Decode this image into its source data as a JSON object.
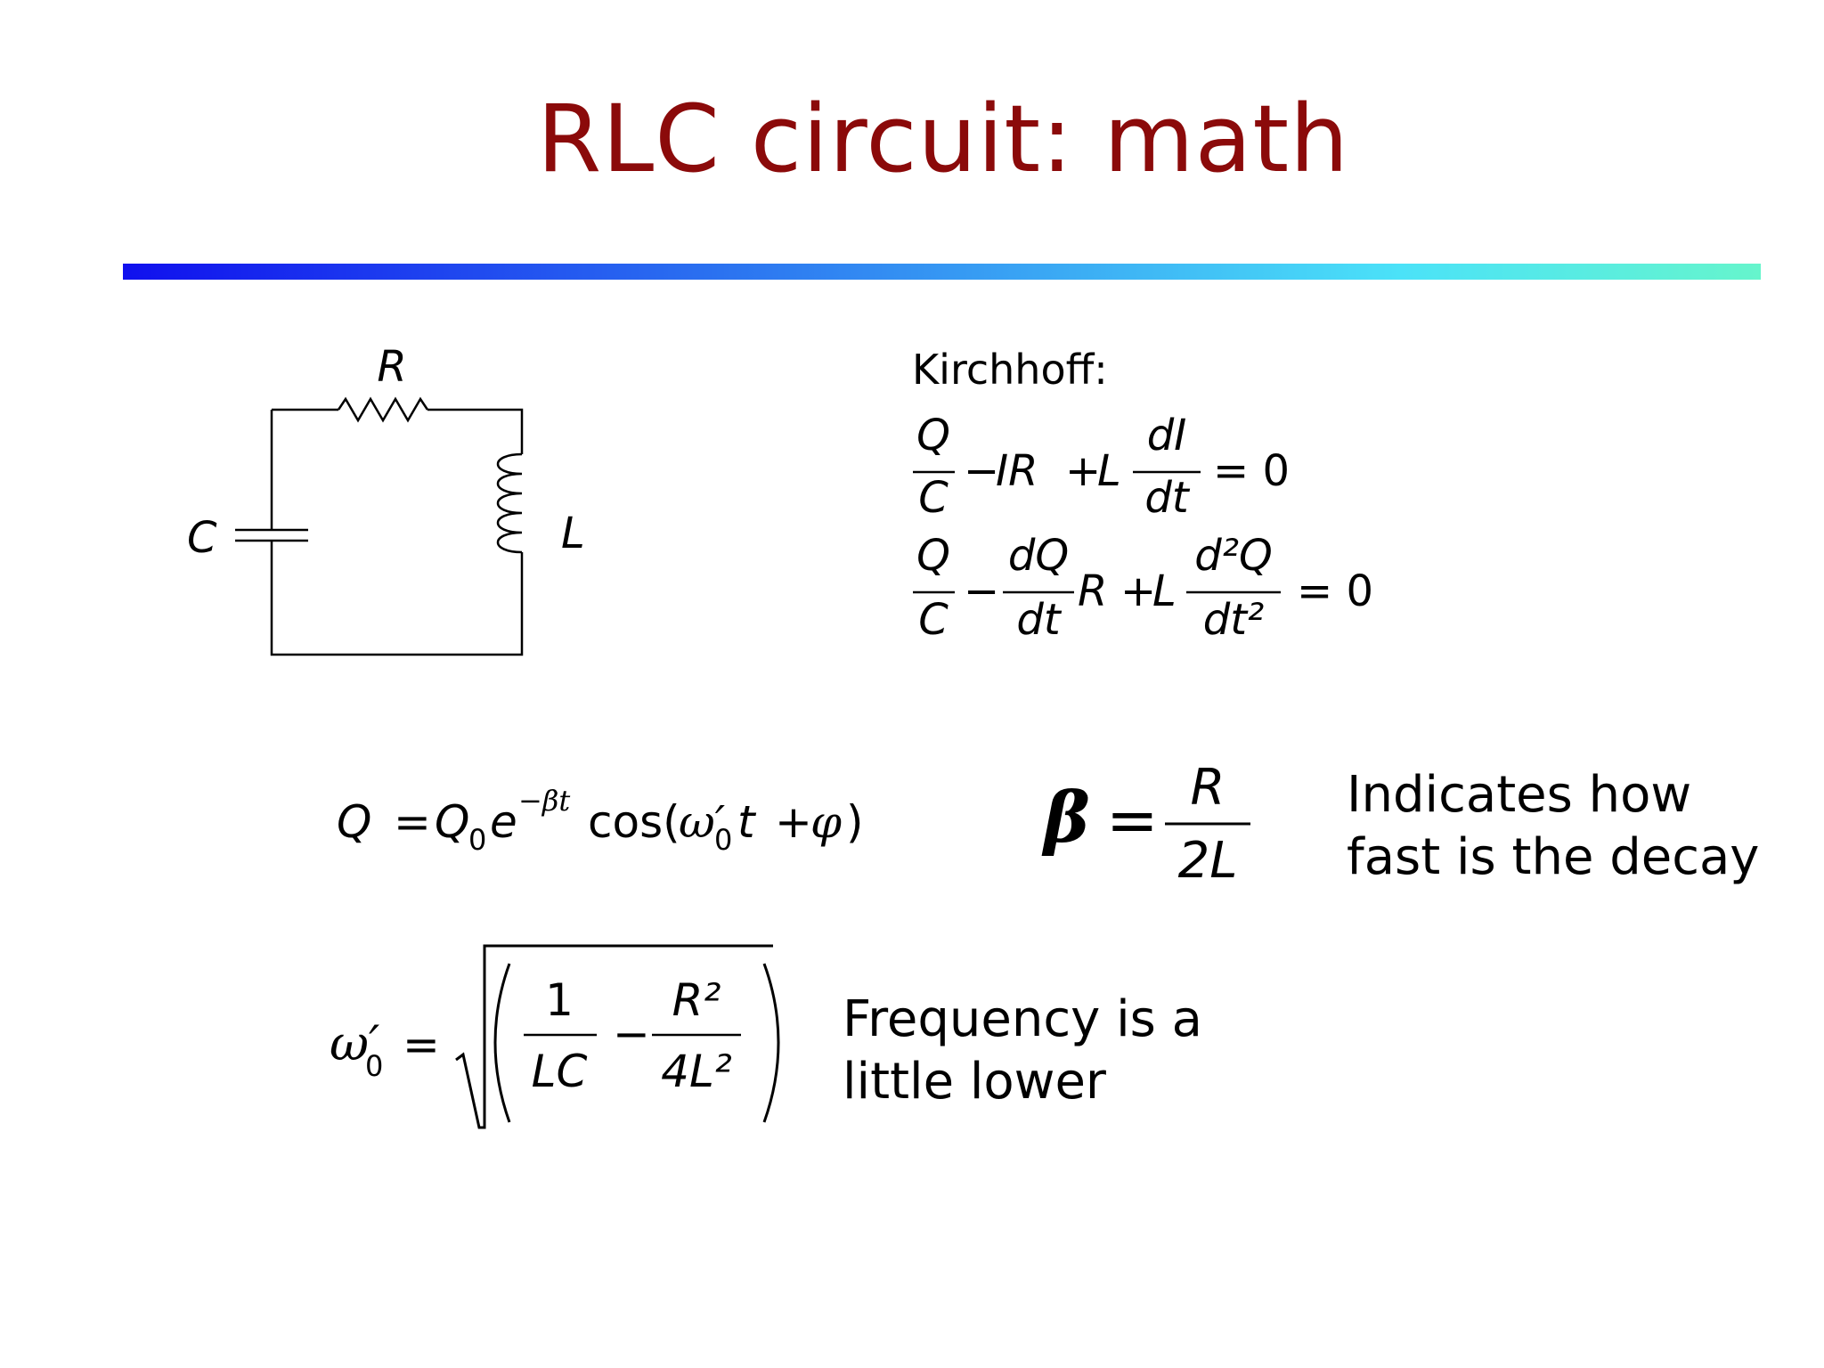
{
  "title": "RLC circuit: math",
  "circuit": {
    "resistor_label": "R",
    "capacitor_label": "C",
    "inductor_label": "L"
  },
  "kirchhoff": {
    "heading": "Kirchhoff:",
    "eq1": {
      "num1": "Q",
      "den1": "C",
      "minus": "−",
      "term1": "IR",
      "plus": "+",
      "coef": "L",
      "num2": "dI",
      "den2": "dt",
      "equals": "= 0"
    },
    "eq2": {
      "num1": "Q",
      "den1": "C",
      "minus": "−",
      "num2": "dQ",
      "den2": "dt",
      "term": "R",
      "plus": "+",
      "coef": "L",
      "num3": "d²Q",
      "den3": "dt²",
      "equals": "= 0"
    }
  },
  "solution": {
    "lhs": "Q",
    "equals": "=",
    "q0": "Q",
    "q0_sub": "0",
    "e": "e",
    "exp": "−βt",
    "cos": "cos(",
    "omega": "ω′",
    "omega_sub": "0",
    "t": "t",
    "plus": "+",
    "phi": "φ",
    "close": ")"
  },
  "beta": {
    "symbol": "β",
    "equals": "=",
    "num": "R",
    "den": "2L",
    "note_line1": "Indicates how",
    "note_line2": "fast is the decay"
  },
  "frequency": {
    "omega": "ω′",
    "omega_sub": "0",
    "equals": "=",
    "num1": "1",
    "den1": "LC",
    "minus": "−",
    "num2": "R²",
    "den2": "4L²",
    "note_line1": "Frequency is a",
    "note_line2": "little lower"
  }
}
